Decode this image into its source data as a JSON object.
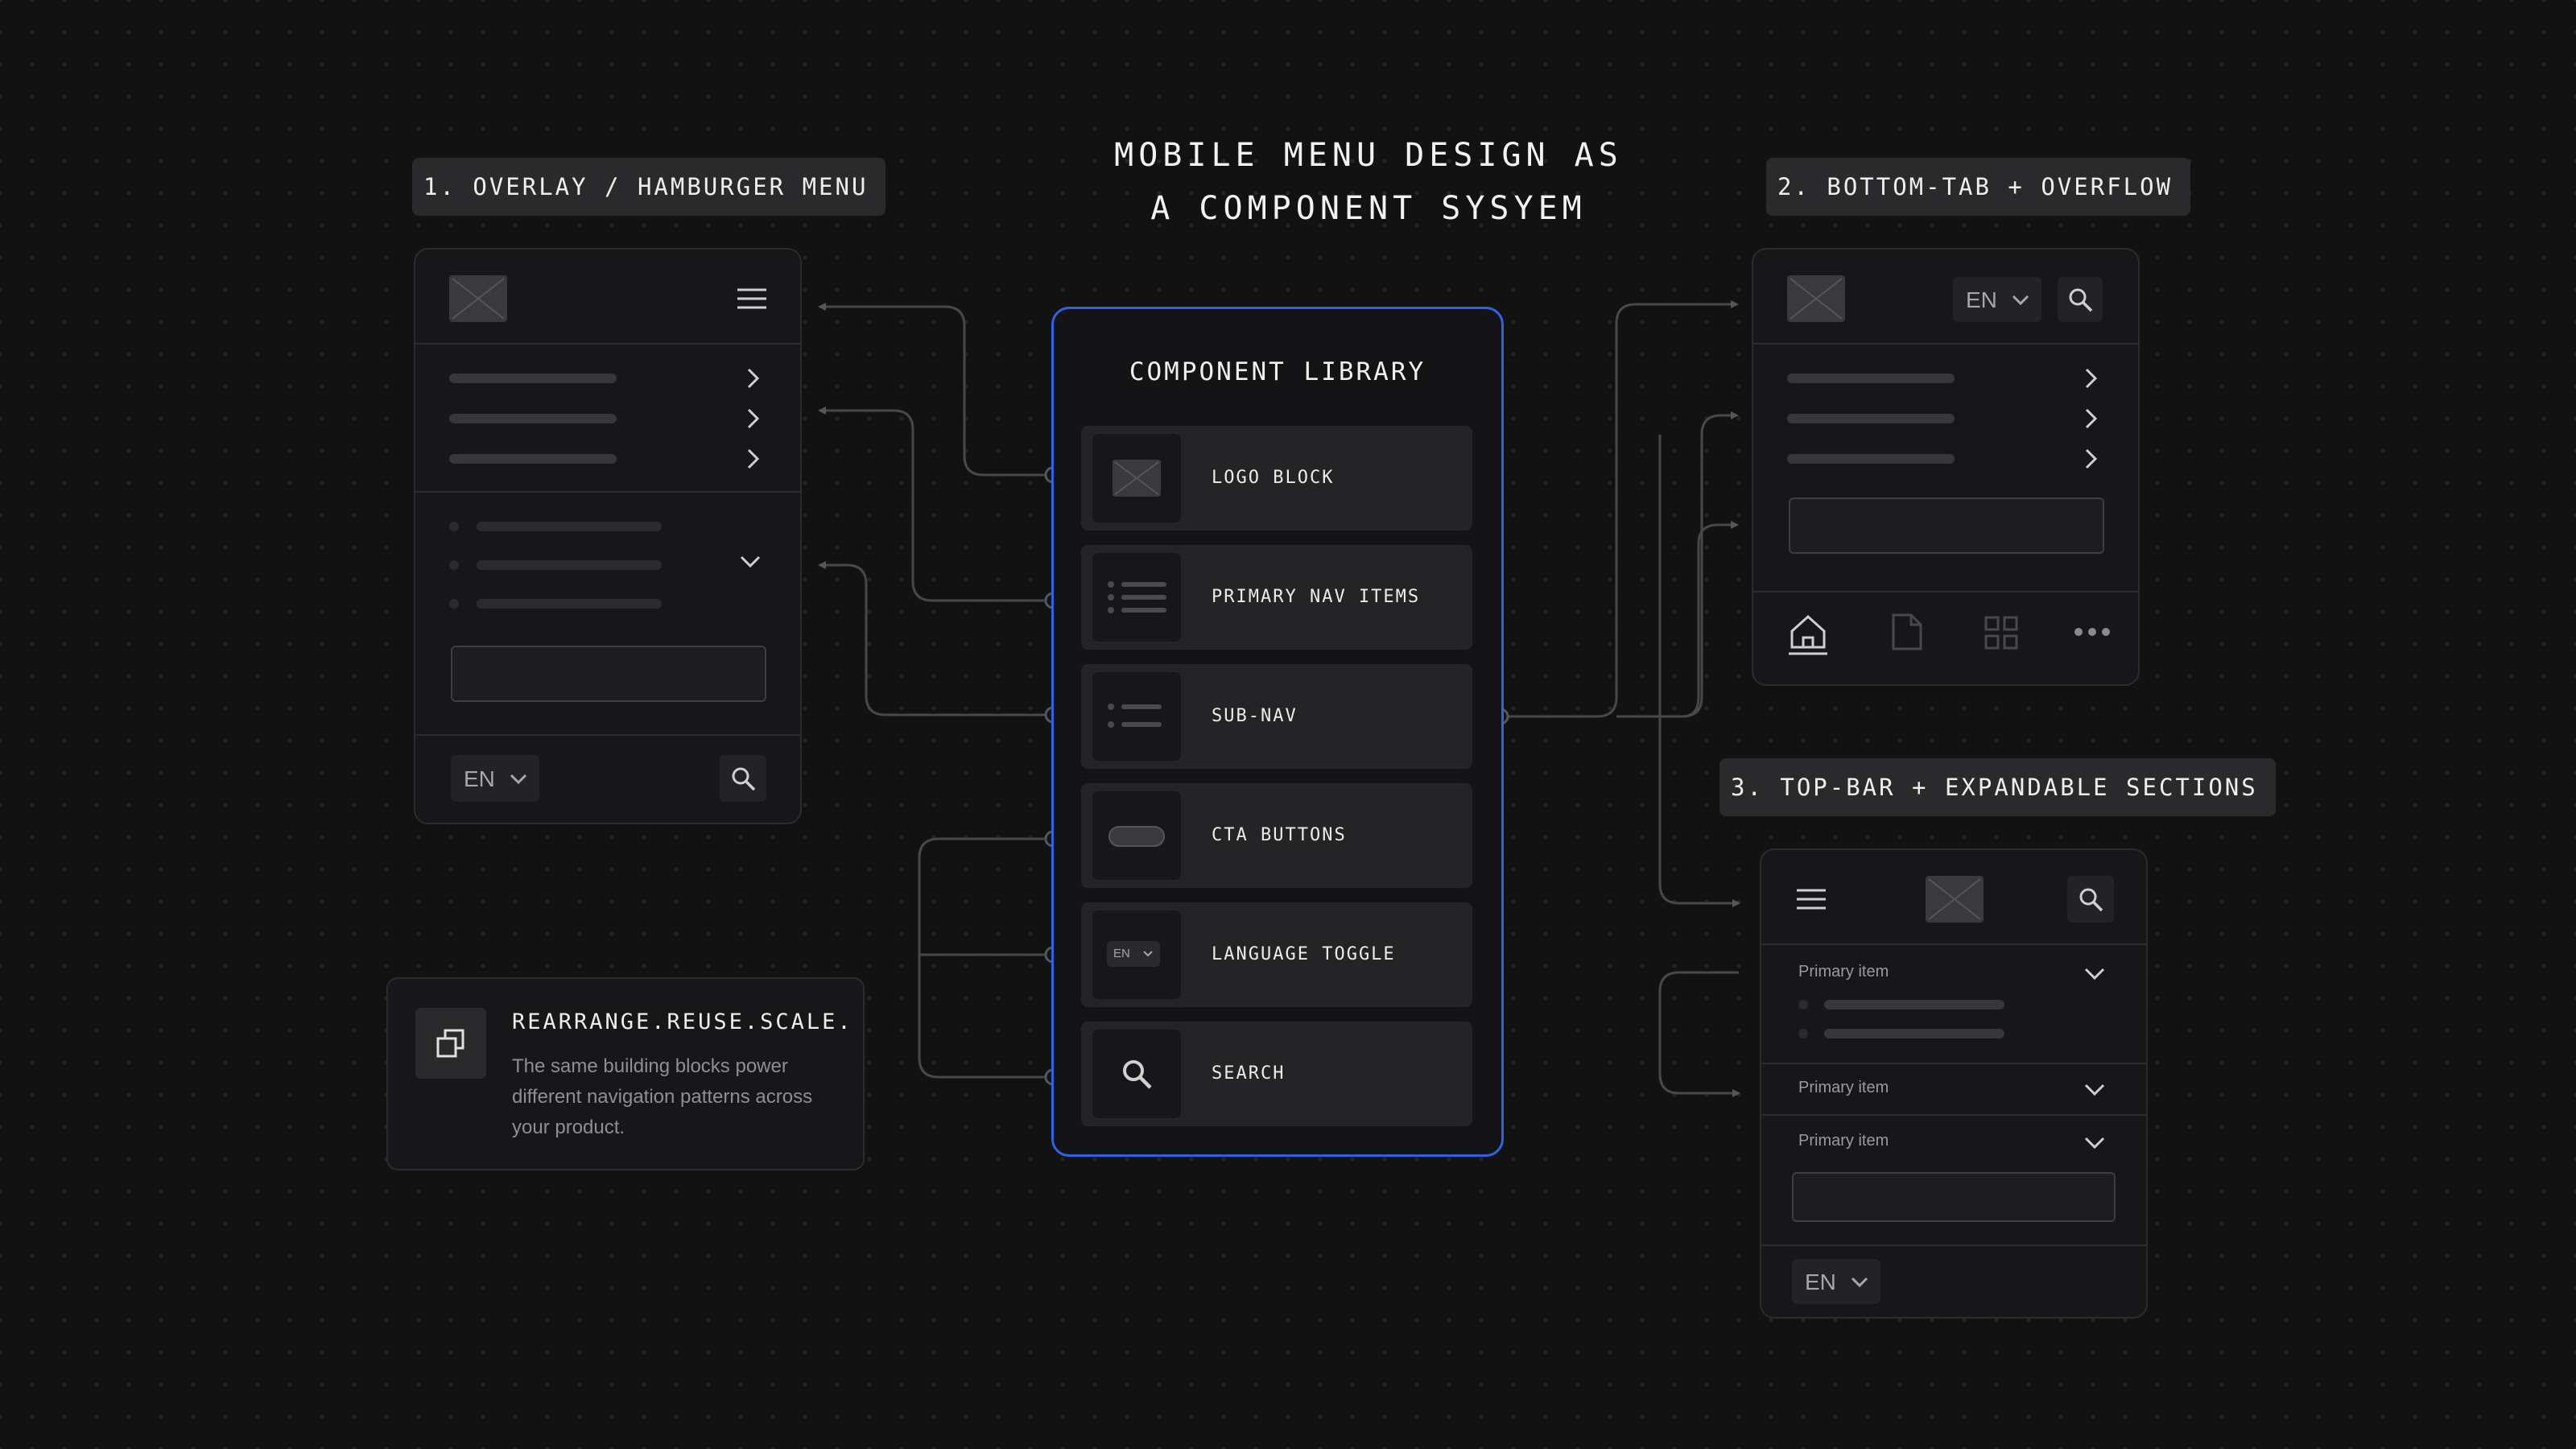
{
  "title": {
    "line1": "MOBILE MENU DESIGN AS",
    "line2": "A COMPONENT SYSYEM"
  },
  "patterns": {
    "overlay": {
      "label": "1. OVERLAY / HAMBURGER MENU",
      "lang": "EN"
    },
    "bottom_tab": {
      "label": "2. BOTTOM-TAB + OVERFLOW",
      "lang": "EN"
    },
    "top_bar": {
      "label": "3. TOP-BAR + EXPANDABLE SECTIONS",
      "lang": "EN",
      "items": [
        "Primary item",
        "Primary item",
        "Primary item"
      ]
    }
  },
  "library": {
    "title": "COMPONENT LIBRARY",
    "components": [
      {
        "label": "LOGO BLOCK",
        "icon": "logo-placeholder-icon"
      },
      {
        "label": "PRIMARY NAV ITEMS",
        "icon": "list-icon"
      },
      {
        "label": "SUB-NAV",
        "icon": "list-icon"
      },
      {
        "label": "CTA BUTTONS",
        "icon": "pill-button-icon"
      },
      {
        "label": "LANGUAGE TOGGLE",
        "icon": "language-dropdown-icon",
        "chip": "EN"
      },
      {
        "label": "SEARCH",
        "icon": "search-icon"
      }
    ]
  },
  "info": {
    "title": "REARRANGE.REUSE.SCALE.",
    "body": "The same building blocks power different navigation patterns across your product.",
    "icon": "copy-icon"
  },
  "colors": {
    "accent": "#2f63e6",
    "background": "#121213",
    "panel": "#17171a",
    "connector": "#4a4a4e"
  }
}
